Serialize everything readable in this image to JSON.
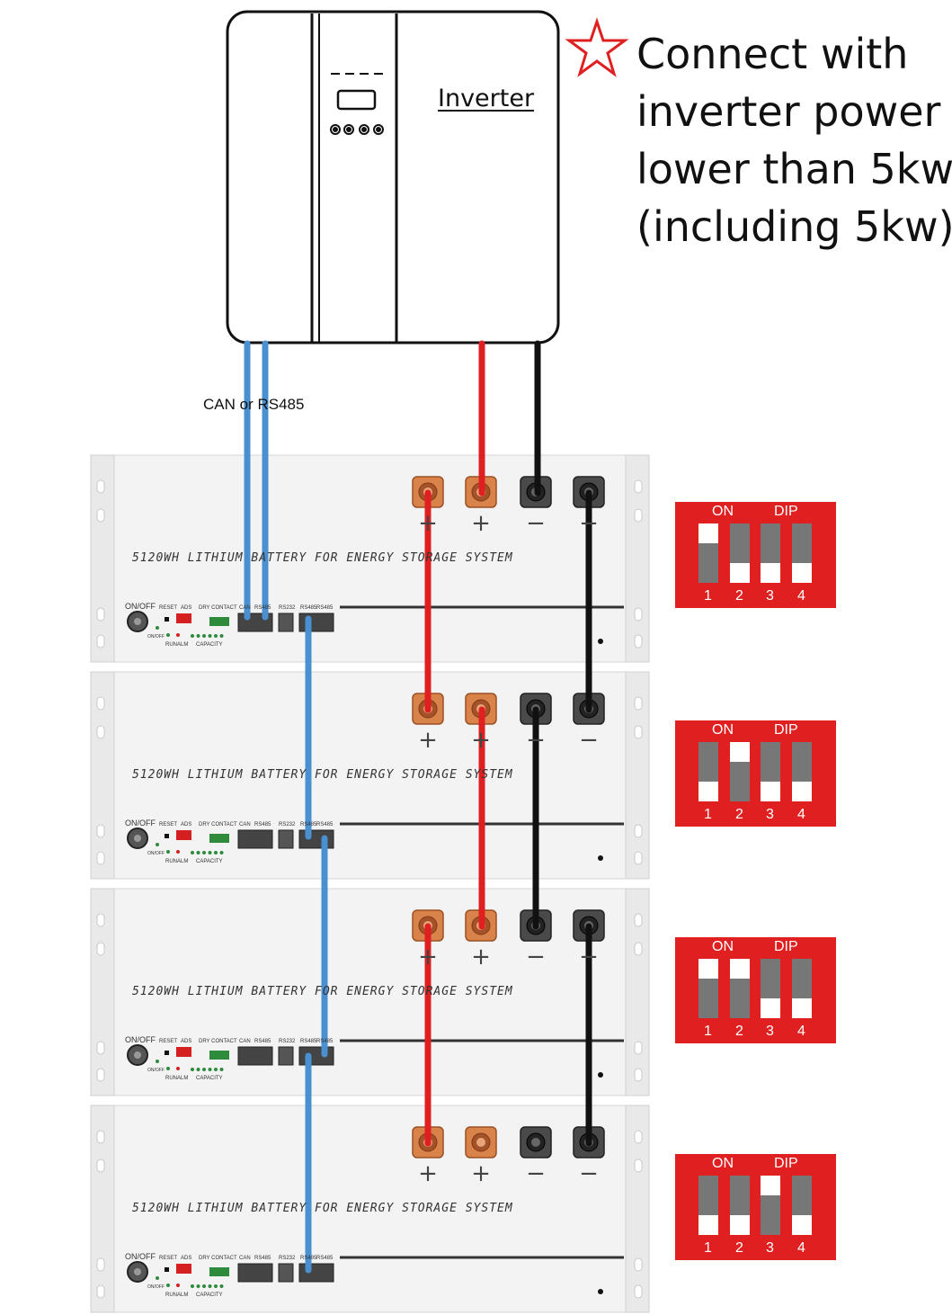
{
  "note": {
    "lines": [
      "Connect with",
      "inverter power",
      "lower than 5kw",
      "(including 5kw)"
    ],
    "icon": "star-outline-icon",
    "star_color": "#e02020"
  },
  "inverter": {
    "label": "Inverter"
  },
  "comm_label": "CAN or RS485",
  "battery": {
    "title": "5120WH LITHIUM BATTERY FOR ENERGY STORAGE SYSTEM",
    "on_off": "ON/OFF",
    "on_off_small": "ON/OFF",
    "port_labels": [
      "RESET",
      "ADS",
      "DRY CONTACT",
      "CAN",
      "RS485",
      "RS232",
      "RS485",
      "RS485"
    ],
    "led_labels": [
      "RUN",
      "ALM"
    ],
    "capacity_label": "CAPACITY",
    "terminal_signs": [
      "+",
      "+",
      "−",
      "−"
    ]
  },
  "dip_switch": {
    "on_label": "ON",
    "dip_label": "DIP",
    "numbers": [
      "1",
      "2",
      "3",
      "4"
    ],
    "settings": [
      [
        true,
        false,
        false,
        false
      ],
      [
        false,
        true,
        false,
        false
      ],
      [
        true,
        true,
        false,
        false
      ],
      [
        false,
        false,
        true,
        false
      ]
    ],
    "color": "#e02020"
  },
  "cables": {
    "comm": "#4a90d0",
    "positive": "#e02020",
    "negative": "#111111"
  }
}
